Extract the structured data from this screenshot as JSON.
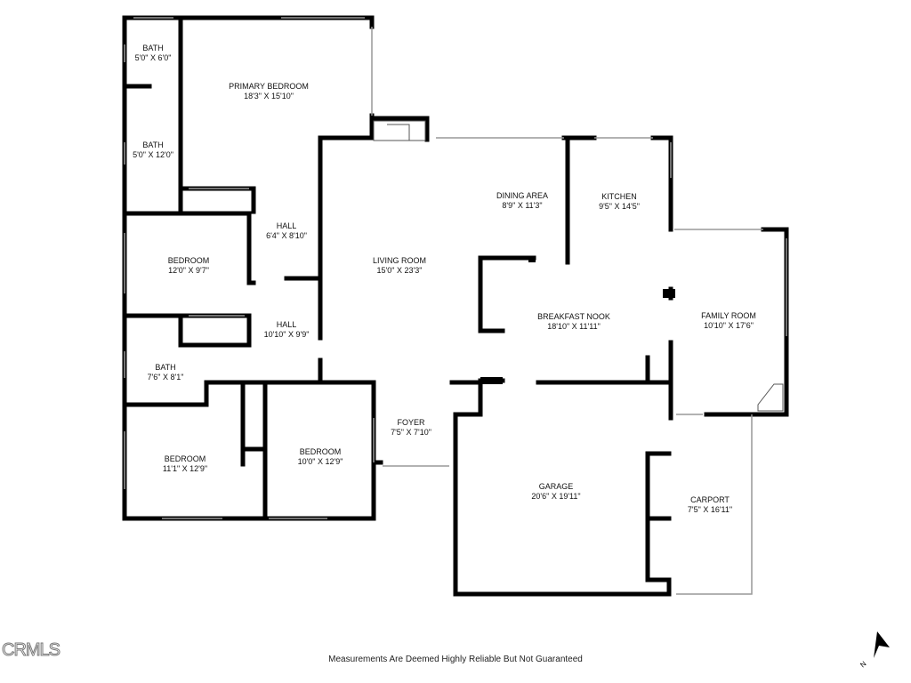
{
  "rooms": [
    {
      "id": "bath-1",
      "name": "BATH",
      "dims": "5'0\" X 6'0\""
    },
    {
      "id": "primary-bedroom",
      "name": "PRIMARY BEDROOM",
      "dims": "18'3\" X 15'10\""
    },
    {
      "id": "bath-2",
      "name": "BATH",
      "dims": "5'0\" X 12'0\""
    },
    {
      "id": "hall-1",
      "name": "HALL",
      "dims": "6'4\" X 8'10\""
    },
    {
      "id": "bedroom-1",
      "name": "BEDROOM",
      "dims": "12'0\" X 9'7\""
    },
    {
      "id": "hall-2",
      "name": "HALL",
      "dims": "10'10\" X 9'9\""
    },
    {
      "id": "bath-3",
      "name": "BATH",
      "dims": "7'6\" X 8'1\""
    },
    {
      "id": "bedroom-2",
      "name": "BEDROOM",
      "dims": "11'1\" X 12'9\""
    },
    {
      "id": "bedroom-3",
      "name": "BEDROOM",
      "dims": "10'0\" X 12'9\""
    },
    {
      "id": "living-room",
      "name": "LIVING ROOM",
      "dims": "15'0\" X 23'3\""
    },
    {
      "id": "dining-area",
      "name": "DINING AREA",
      "dims": "8'9\" X 11'3\""
    },
    {
      "id": "kitchen",
      "name": "KITCHEN",
      "dims": "9'5\" X 14'5\""
    },
    {
      "id": "breakfast-nook",
      "name": "BREAKFAST NOOK",
      "dims": "18'10\" X 11'11\""
    },
    {
      "id": "family-room",
      "name": "FAMILY ROOM",
      "dims": "10'10\" X 17'6\""
    },
    {
      "id": "foyer",
      "name": "FOYER",
      "dims": "7'5\" X 7'10\""
    },
    {
      "id": "garage",
      "name": "GARAGE",
      "dims": "20'6\" X 19'11\""
    },
    {
      "id": "carport",
      "name": "CARPORT",
      "dims": "7'5\" X 16'11\""
    }
  ],
  "disclaimer": "Measurements Are Deemed Highly Reliable But Not Guaranteed",
  "logo_text": "CRMLS",
  "compass_label": "N",
  "colors": {
    "wall": "#000000",
    "window": "#bbbbbb",
    "text": "#111111"
  }
}
